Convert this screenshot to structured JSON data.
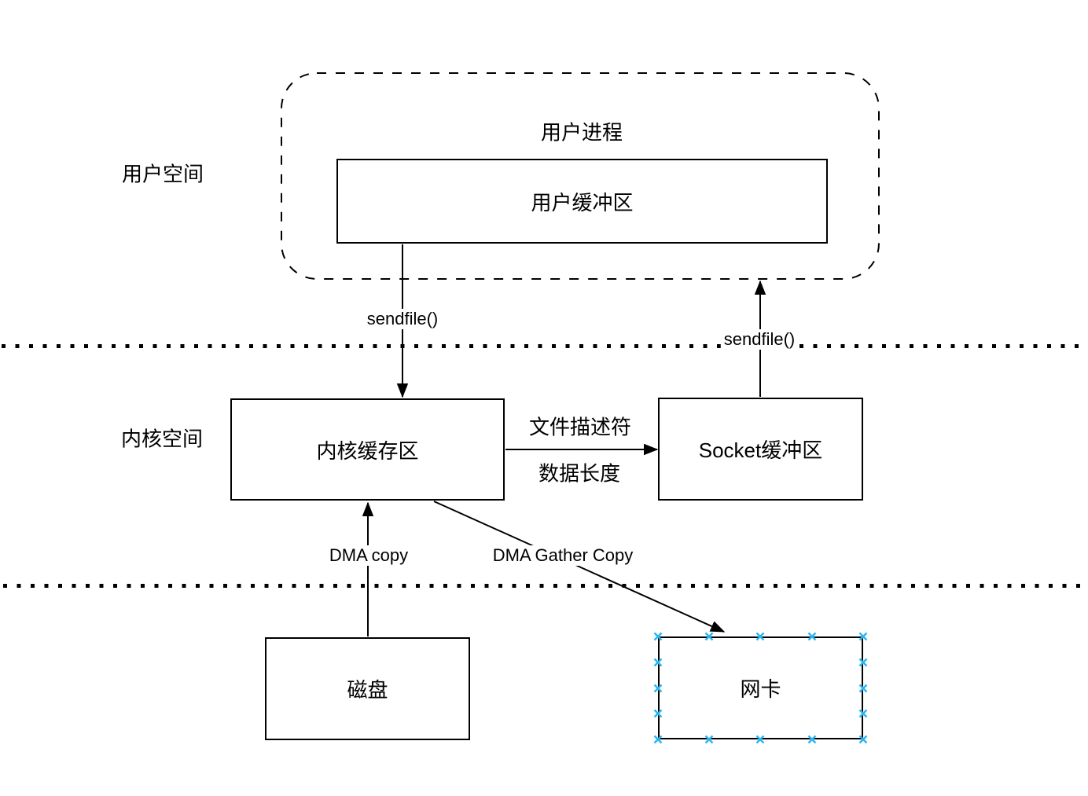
{
  "canvas": {
    "background": "#ffffff",
    "stroke_color": "#000000",
    "connection_point_color": "#29b6f2"
  },
  "region_labels": {
    "user_space": "用户空间",
    "kernel_space": "内核空间"
  },
  "user_process": {
    "title": "用户进程",
    "buffer": "用户缓冲区"
  },
  "nodes": {
    "kernel_buffer": "内核缓存区",
    "socket_buffer": "Socket缓冲区",
    "disk": "磁盘",
    "nic": "网卡"
  },
  "edge_labels": {
    "sendfile_user_to_kernel": "sendfile()",
    "sendfile_kernel_to_user": "sendfile()",
    "fd": "文件描述符",
    "data_length": "数据长度",
    "dma_copy": "DMA copy",
    "dma_gather_copy": "DMA Gather Copy"
  }
}
